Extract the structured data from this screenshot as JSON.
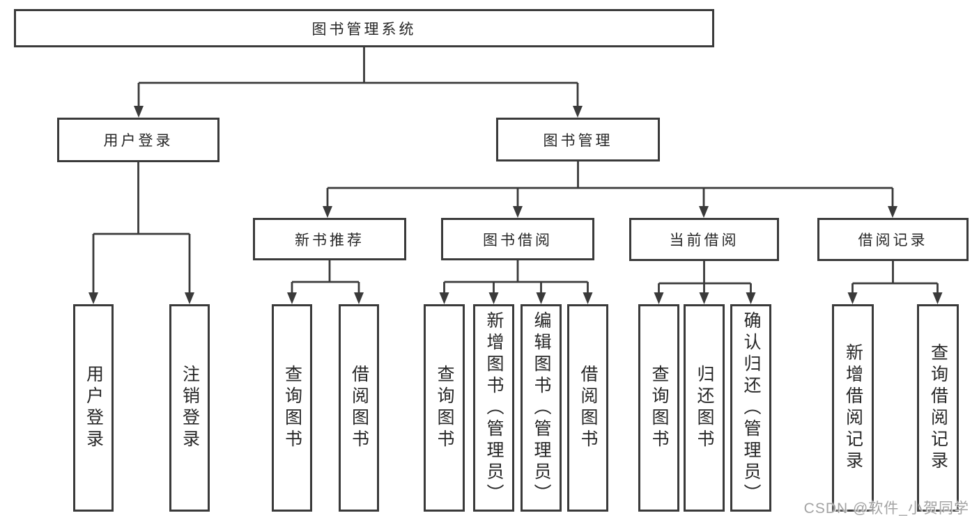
{
  "root": {
    "label": "图书管理系统"
  },
  "branches": [
    {
      "label": "用户登录",
      "children": [
        {
          "label": "用户登录"
        },
        {
          "label": "注销登录"
        }
      ]
    },
    {
      "label": "图书管理",
      "children": [
        {
          "label": "新书推荐",
          "children": [
            {
              "label": "查询图书"
            },
            {
              "label": "借阅图书"
            }
          ]
        },
        {
          "label": "图书借阅",
          "children": [
            {
              "label": "查询图书"
            },
            {
              "label": "新增图书（管理员）"
            },
            {
              "label": "编辑图书（管理员）"
            },
            {
              "label": "借阅图书"
            }
          ]
        },
        {
          "label": "当前借阅",
          "children": [
            {
              "label": "查询图书"
            },
            {
              "label": "归还图书"
            },
            {
              "label": "确认归还（管理员）"
            }
          ]
        },
        {
          "label": "借阅记录",
          "children": [
            {
              "label": "新增借阅记录"
            },
            {
              "label": "查询借阅记录"
            }
          ]
        }
      ]
    }
  ],
  "watermark": {
    "text": "CSDN @软件_小贺同学"
  },
  "colors": {
    "line": "#3a3a3a",
    "box_border": "#3a3a3a",
    "text": "#262626",
    "watermark": "#a3a3a3",
    "background": "#ffffff"
  }
}
